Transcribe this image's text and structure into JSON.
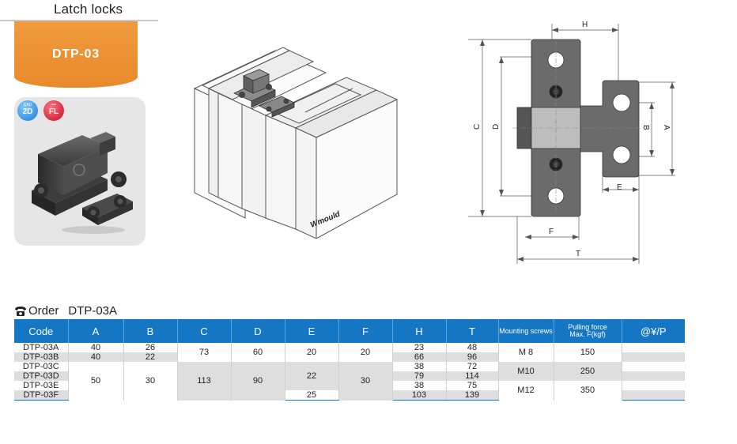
{
  "header": {
    "title": "Latch locks",
    "model": "DTP-03"
  },
  "badges": {
    "cad_top": "CAD",
    "cad_main": "2D",
    "fl_main": "FL"
  },
  "drawing": {
    "brand": "Wmould",
    "dims": {
      "H": "H",
      "C": "C",
      "D": "D",
      "B": "B",
      "A": "A",
      "E": "E",
      "F": "F",
      "T": "T"
    }
  },
  "order": {
    "label": "Order",
    "code": "DTP-03A"
  },
  "table": {
    "headers": [
      "Code",
      "A",
      "B",
      "C",
      "D",
      "E",
      "F",
      "H",
      "T",
      "Mounting screws",
      "Pulling force Max. F(kgf)",
      "@¥/P"
    ],
    "pull_line1": "Pulling force",
    "pull_line2": "Max. F(kgf)",
    "codes": [
      "DTP-03A",
      "DTP-03B",
      "DTP-03C",
      "DTP-03D",
      "DTP-03E",
      "DTP-03F"
    ],
    "A": [
      "40",
      "40",
      "50"
    ],
    "B": [
      "26",
      "22",
      "30"
    ],
    "C": [
      "73",
      "113"
    ],
    "D": [
      "60",
      "90"
    ],
    "E": [
      "20",
      "22",
      "25"
    ],
    "F": [
      "20",
      "30"
    ],
    "H": [
      "23",
      "66",
      "38",
      "79",
      "38",
      "103"
    ],
    "T": [
      "48",
      "96",
      "72",
      "114",
      "75",
      "139"
    ],
    "screws": [
      "M  8",
      "M10",
      "M12"
    ],
    "force": [
      "150",
      "250",
      "350"
    ]
  },
  "colors": {
    "accent_orange": "#e88a2a",
    "header_blue": "#1577c4",
    "row_grey": "#dedede"
  }
}
